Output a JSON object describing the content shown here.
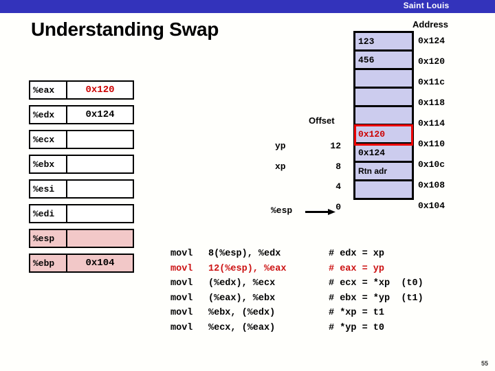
{
  "header": {
    "institution": "Saint Louis"
  },
  "slide": {
    "title": "Understanding Swap",
    "page_number": "55"
  },
  "registers": {
    "rows": [
      {
        "name": "%eax",
        "value": "0x120",
        "value_color": "#cc0000",
        "highlight": false
      },
      {
        "name": "%edx",
        "value": "0x124",
        "value_color": "#000000",
        "highlight": false
      },
      {
        "name": "%ecx",
        "value": "",
        "value_color": "#000000",
        "highlight": false
      },
      {
        "name": "%ebx",
        "value": "",
        "value_color": "#000000",
        "highlight": false
      },
      {
        "name": "%esi",
        "value": "",
        "value_color": "#000000",
        "highlight": false
      },
      {
        "name": "%edi",
        "value": "",
        "value_color": "#000000",
        "highlight": false
      },
      {
        "name": "%esp",
        "value": "",
        "value_color": "#000000",
        "highlight": true
      },
      {
        "name": "%ebp",
        "value": "0x104",
        "value_color": "#000000",
        "highlight": true
      }
    ]
  },
  "memory": {
    "address_header": "Address",
    "cells": [
      {
        "value": "123",
        "address": "0x124",
        "boxed": false
      },
      {
        "value": "456",
        "address": "0x120",
        "boxed": false
      },
      {
        "value": "",
        "address": "0x11c",
        "boxed": false
      },
      {
        "value": "",
        "address": "0x118",
        "boxed": false
      },
      {
        "value": "",
        "address": "0x114",
        "boxed": false
      },
      {
        "value": "0x120",
        "address": "0x110",
        "boxed": true
      },
      {
        "value": "0x124",
        "address": "0x10c",
        "boxed": false
      },
      {
        "value": "Rtn adr",
        "address": "0x108",
        "boxed": false
      },
      {
        "value": "",
        "address": "0x104",
        "boxed": false
      }
    ]
  },
  "offsets": {
    "header": "Offset",
    "values": [
      "12",
      "8",
      "4",
      "0"
    ],
    "pointer_labels": [
      "yp",
      "xp"
    ],
    "stack_pointer": "%esp"
  },
  "code": {
    "lines": [
      {
        "op": "movl",
        "args": "8(%esp), %edx",
        "comment": "# edx = xp",
        "red": false
      },
      {
        "op": "movl",
        "args": "12(%esp), %eax",
        "comment": "# eax = yp",
        "red": true
      },
      {
        "op": "movl",
        "args": "(%edx), %ecx",
        "comment": "# ecx = *xp  (t0)",
        "red": false
      },
      {
        "op": "movl",
        "args": "(%eax), %ebx",
        "comment": "# ebx = *yp  (t1)",
        "red": false
      },
      {
        "op": "movl",
        "args": "%ebx, (%edx)",
        "comment": "# *xp = t1",
        "red": false
      },
      {
        "op": "movl",
        "args": "%ecx, (%eax)",
        "comment": "# *yp = t0",
        "red": false
      }
    ]
  },
  "colors": {
    "header_blue": "#3333bb",
    "memory_fill": "#ccccee",
    "register_highlight": "#f2c8c8",
    "accent_red": "#cc0000",
    "box_red": "#ee0000"
  }
}
